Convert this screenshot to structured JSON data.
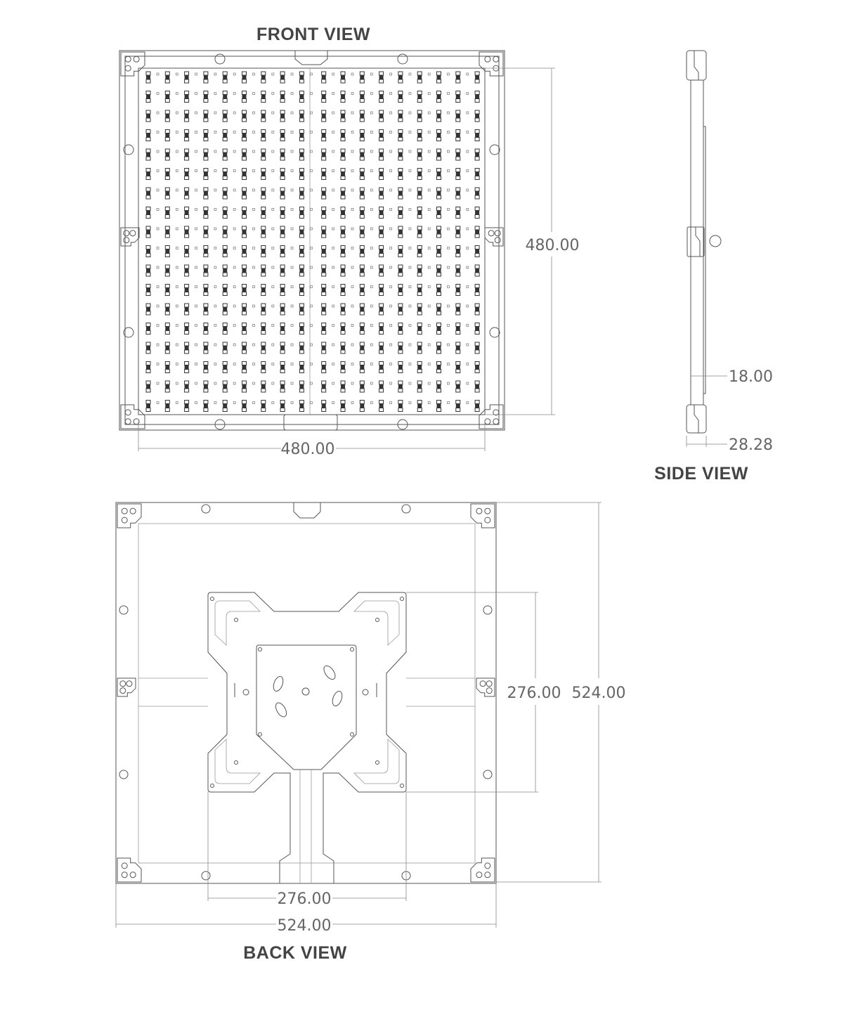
{
  "front_view": {
    "title": "FRONT VIEW",
    "width_dim": "480.00",
    "height_dim": "480.00",
    "led_rows": 18,
    "led_cols": 18
  },
  "side_view": {
    "title": "SIDE VIEW",
    "depth_dim": "18.00",
    "total_depth_dim": "28.28"
  },
  "back_view": {
    "title": "BACK VIEW",
    "mount_width_dim": "276.00",
    "mount_height_dim": "276.00",
    "width_dim": "524.00",
    "height_dim": "524.00"
  },
  "colors": {
    "line": "#555555",
    "dimension": "#888888",
    "title": "#444444",
    "led": "#333333"
  }
}
